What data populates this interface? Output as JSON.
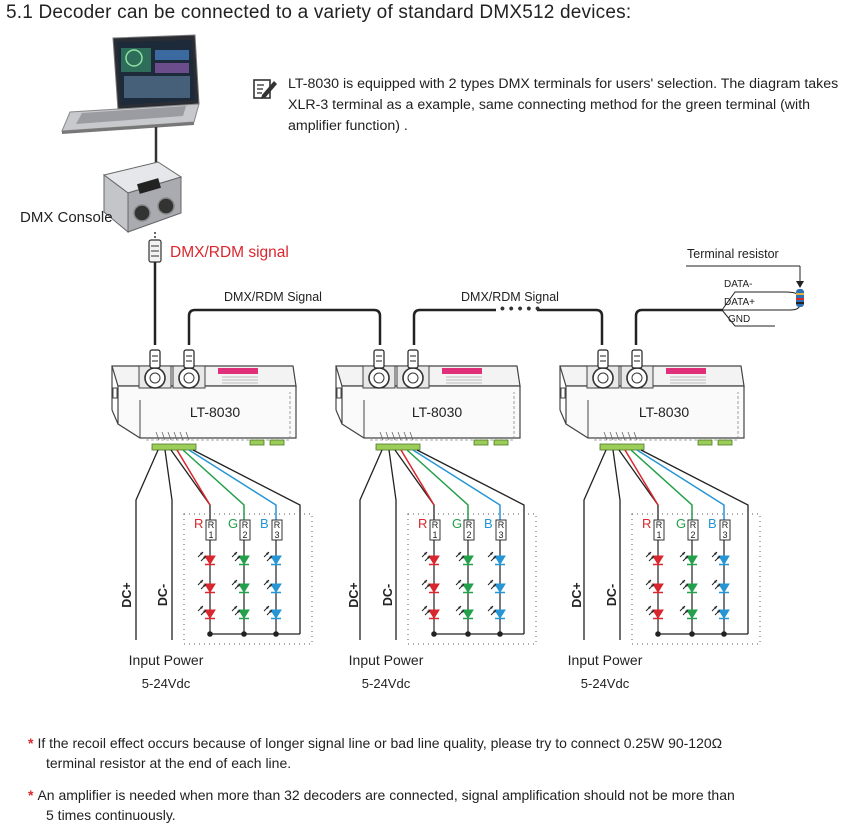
{
  "title": "5.1 Decoder can be connected to a variety of standard DMX512 devices:",
  "note": "LT-8030 is equipped with 2 types DMX terminals for users' selection. The diagram takes XLR-3 terminal as a example, same connecting method for the green terminal (with amplifier function) .",
  "console_label": "DMX Console",
  "signal_label": "DMX/RDM signal",
  "bus_labels": [
    "DMX/RDM Signal",
    "DMX/RDM Signal"
  ],
  "terminal": {
    "label": "Terminal resistor",
    "pins": [
      "DATA-",
      "DATA+",
      "GND"
    ]
  },
  "decoders": [
    {
      "name": "LT-8030",
      "power_line1": "Input Power",
      "power_line2": "5-24Vdc",
      "dc_plus": "DC+",
      "dc_minus": "DC-"
    },
    {
      "name": "LT-8030",
      "power_line1": "Input Power",
      "power_line2": "5-24Vdc",
      "dc_plus": "DC+",
      "dc_minus": "DC-"
    },
    {
      "name": "LT-8030",
      "power_line1": "Input Power",
      "power_line2": "5-24Vdc",
      "dc_plus": "DC+",
      "dc_minus": "DC-"
    }
  ],
  "channels": [
    {
      "letter": "R",
      "resistor": "R1"
    },
    {
      "letter": "G",
      "resistor": "R2"
    },
    {
      "letter": "B",
      "resistor": "R3"
    }
  ],
  "colors": {
    "red": "#d9272e",
    "green": "#23a04a",
    "blue": "#2595d3",
    "pink": "#e0307a"
  },
  "footnotes": [
    {
      "line1": "If the recoil effect occurs because of longer signal line or bad line quality, please try to connect 0.25W 90-120Ω",
      "line2": "terminal resistor at the end of each line."
    },
    {
      "line1": "An amplifier is needed when more than 32 decoders are connected, signal amplification should not be more than",
      "line2": "5 times continuously."
    }
  ]
}
